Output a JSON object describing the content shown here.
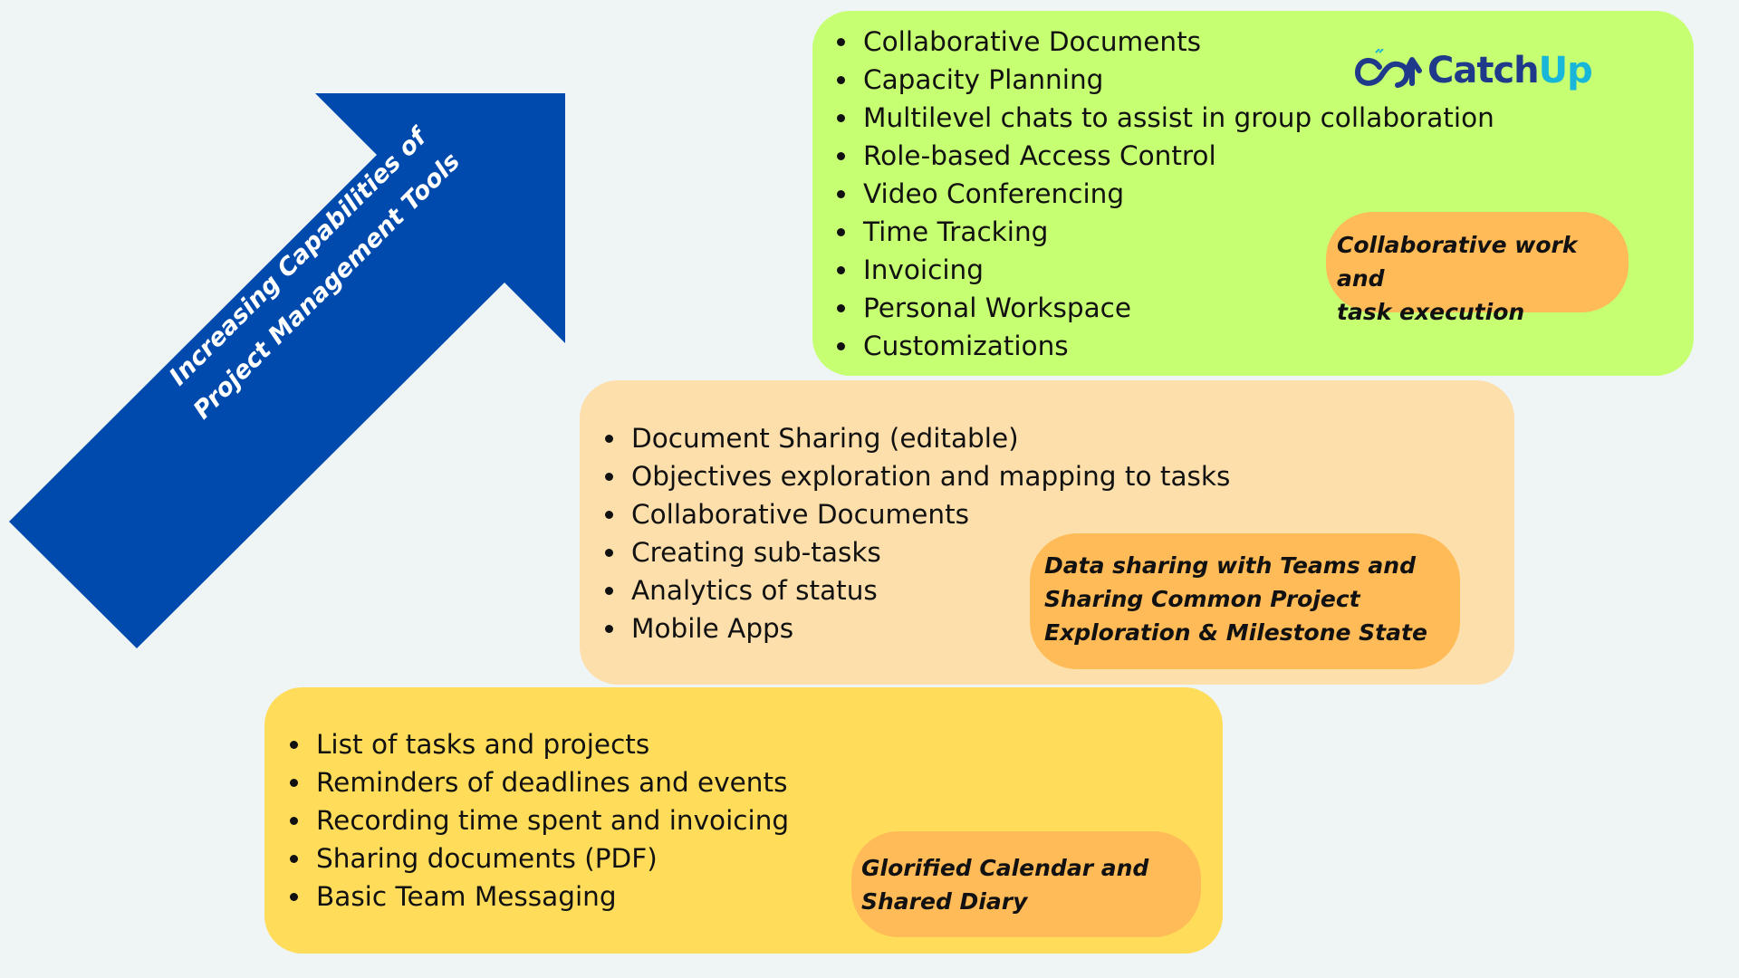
{
  "arrow": {
    "label": "Increasing Capabilities of Project Management Tools",
    "color": "#004aad"
  },
  "logo": {
    "icon": "catchup-loop-arrow-icon",
    "text_part1": "Catch",
    "text_part2": "Up",
    "color_dark": "#1f3a8a",
    "color_light": "#18b6d9"
  },
  "tiers": {
    "top": {
      "color": "#c6ff71",
      "items": [
        "Collaborative Documents",
        "Capacity Planning",
        "Multilevel chats to assist in group collaboration",
        "Role-based Access Control",
        "Video Conferencing",
        "Time Tracking",
        "Invoicing",
        "Personal Workspace",
        "Customizations"
      ],
      "tag_lines": [
        "Collaborative work and",
        "task execution"
      ]
    },
    "middle": {
      "color": "#fddfab",
      "items": [
        "Document Sharing (editable)",
        "Objectives exploration and mapping to tasks",
        "Collaborative Documents",
        "Creating sub-tasks",
        "Analytics of status",
        "Mobile Apps"
      ],
      "tag_lines": [
        "Data sharing with Teams and",
        "Sharing Common Project",
        "Exploration & Milestone State"
      ]
    },
    "bottom": {
      "color": "#ffdc5a",
      "items": [
        "List of tasks and projects",
        "Reminders of deadlines and events",
        "Recording time spent and invoicing",
        "Sharing documents (PDF)",
        "Basic Team Messaging"
      ],
      "tag_lines": [
        "Glorified Calendar and",
        "Shared Diary"
      ]
    },
    "tag_color": "#ffbb57"
  }
}
